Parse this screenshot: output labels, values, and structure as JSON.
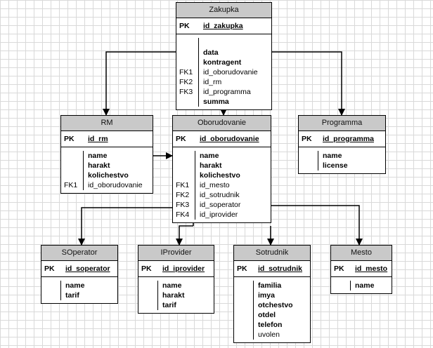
{
  "entities": [
    {
      "id": "zakupka",
      "title": "Zakupka",
      "pk_label": "PK",
      "pk": "id_zakupka",
      "rows": [
        {
          "key": "",
          "name": "",
          "bold": false
        },
        {
          "key": "",
          "name": "data",
          "bold": true
        },
        {
          "key": "",
          "name": "kontragent",
          "bold": true
        },
        {
          "key": "FK1",
          "name": "id_oborudovanie",
          "bold": false
        },
        {
          "key": "FK2",
          "name": "id_rm",
          "bold": false
        },
        {
          "key": "FK3",
          "name": "id_programma",
          "bold": false
        },
        {
          "key": "",
          "name": "summa",
          "bold": true
        }
      ]
    },
    {
      "id": "rm",
      "title": "RM",
      "pk_label": "PK",
      "pk": "id_rm",
      "rows": [
        {
          "key": "",
          "name": "name",
          "bold": true
        },
        {
          "key": "",
          "name": "harakt",
          "bold": true
        },
        {
          "key": "",
          "name": "kolichestvo",
          "bold": true
        },
        {
          "key": "FK1",
          "name": "id_oborudovanie",
          "bold": false
        }
      ]
    },
    {
      "id": "oborudovanie",
      "title": "Oborudovanie",
      "pk_label": "PK",
      "pk": "id_oborudovanie",
      "rows": [
        {
          "key": "",
          "name": "name",
          "bold": true
        },
        {
          "key": "",
          "name": "harakt",
          "bold": true
        },
        {
          "key": "",
          "name": "kolichestvo",
          "bold": true
        },
        {
          "key": "FK1",
          "name": "id_mesto",
          "bold": false
        },
        {
          "key": "FK2",
          "name": "id_sotrudnik",
          "bold": false
        },
        {
          "key": "FK3",
          "name": "id_soperator",
          "bold": false
        },
        {
          "key": "FK4",
          "name": "id_iprovider",
          "bold": false
        }
      ]
    },
    {
      "id": "programma",
      "title": "Programma",
      "pk_label": "PK",
      "pk": "id_programma",
      "rows": [
        {
          "key": "",
          "name": "name",
          "bold": true
        },
        {
          "key": "",
          "name": "license",
          "bold": true
        }
      ]
    },
    {
      "id": "soperator",
      "title": "SOperator",
      "pk_label": "PK",
      "pk": "id_soperator",
      "rows": [
        {
          "key": "",
          "name": "name",
          "bold": true
        },
        {
          "key": "",
          "name": "tarif",
          "bold": true
        }
      ]
    },
    {
      "id": "iprovider",
      "title": "IProvider",
      "pk_label": "PK",
      "pk": "id_iprovider",
      "rows": [
        {
          "key": "",
          "name": "name",
          "bold": true
        },
        {
          "key": "",
          "name": "harakt",
          "bold": true
        },
        {
          "key": "",
          "name": "tarif",
          "bold": true
        }
      ]
    },
    {
      "id": "sotrudnik",
      "title": "Sotrudnik",
      "pk_label": "PK",
      "pk": "id_sotrudnik",
      "rows": [
        {
          "key": "",
          "name": "familia",
          "bold": true
        },
        {
          "key": "",
          "name": "imya",
          "bold": true
        },
        {
          "key": "",
          "name": "otchestvo",
          "bold": true
        },
        {
          "key": "",
          "name": "otdel",
          "bold": true
        },
        {
          "key": "",
          "name": "telefon",
          "bold": true
        },
        {
          "key": "",
          "name": "uvolen",
          "bold": false
        }
      ]
    },
    {
      "id": "mesto",
      "title": "Mesto",
      "pk_label": "PK",
      "pk": "id_mesto",
      "rows": [
        {
          "key": "",
          "name": "name",
          "bold": true
        }
      ]
    }
  ],
  "relations": [
    {
      "from": "zakupka",
      "to": "rm"
    },
    {
      "from": "zakupka",
      "to": "oborudovanie"
    },
    {
      "from": "zakupka",
      "to": "programma"
    },
    {
      "from": "rm",
      "to": "oborudovanie"
    },
    {
      "from": "oborudovanie",
      "to": "soperator"
    },
    {
      "from": "oborudovanie",
      "to": "iprovider"
    },
    {
      "from": "oborudovanie",
      "to": "sotrudnik"
    },
    {
      "from": "oborudovanie",
      "to": "mesto"
    }
  ]
}
